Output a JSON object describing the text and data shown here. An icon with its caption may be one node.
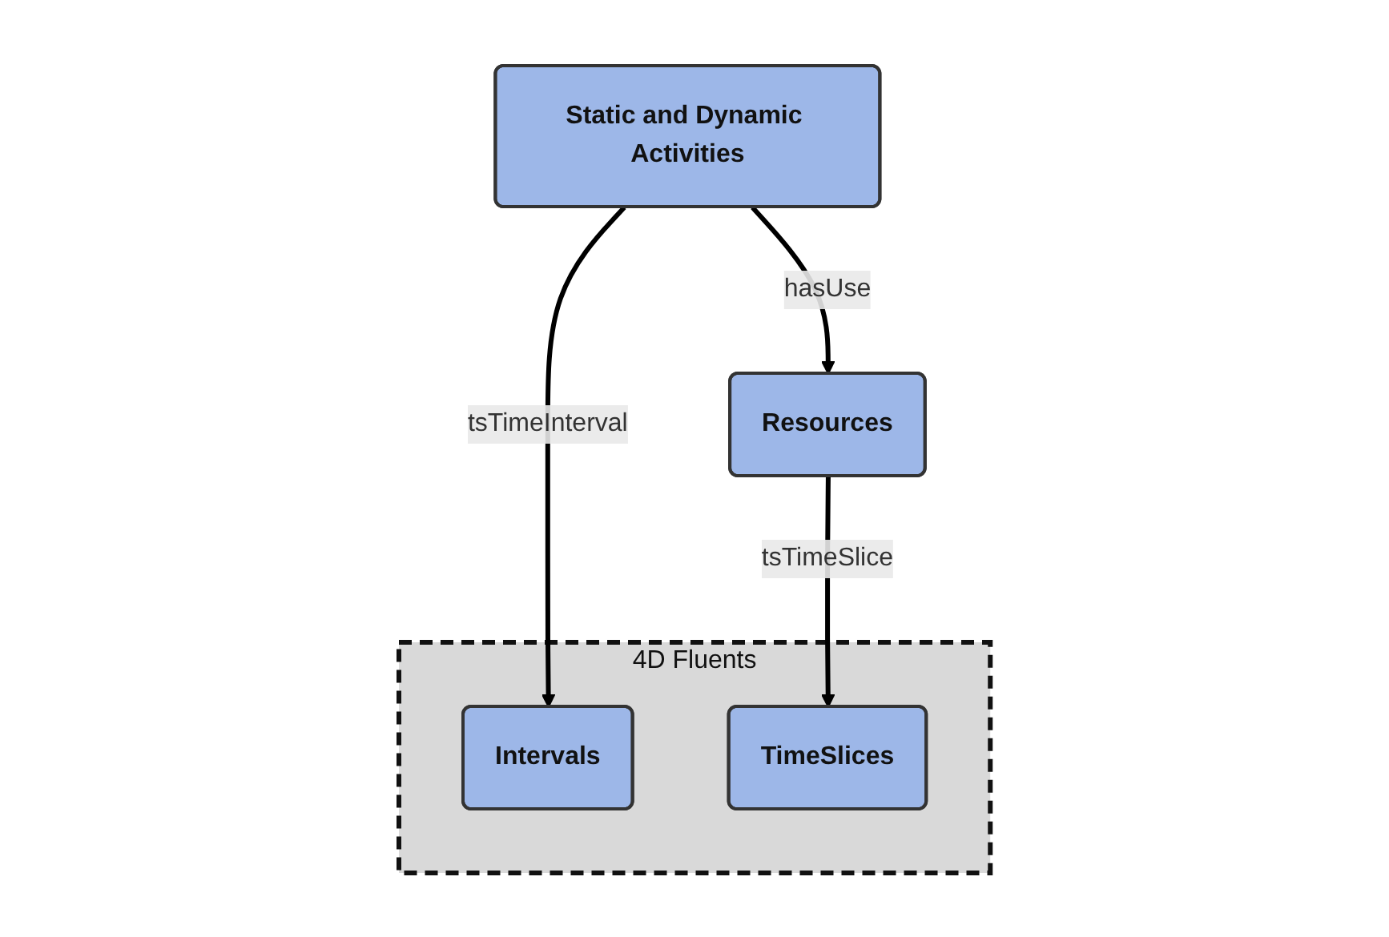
{
  "diagram": {
    "nodes": [
      {
        "text": [
          "Static and Dynamic Activities"
        ]
      },
      {
        "text": [
          "Resources"
        ]
      },
      {
        "text": [
          "4D Fluents"
        ]
      },
      {
        "text": [
          "Intervals"
        ],
        "in": 2
      },
      {
        "text": [
          "TimeSlices"
        ],
        "in": 2
      }
    ],
    "edges": [
      {
        "from": 0,
        "to": 1,
        "arrow": "to",
        "label": "hasUse"
      },
      {
        "from": 0,
        "to": 3,
        "arrow": "to",
        "label": "tsTimeInterval"
      },
      {
        "from": 1,
        "to": 4,
        "arrow": "to",
        "label": "tsTimeSlice"
      }
    ]
  }
}
